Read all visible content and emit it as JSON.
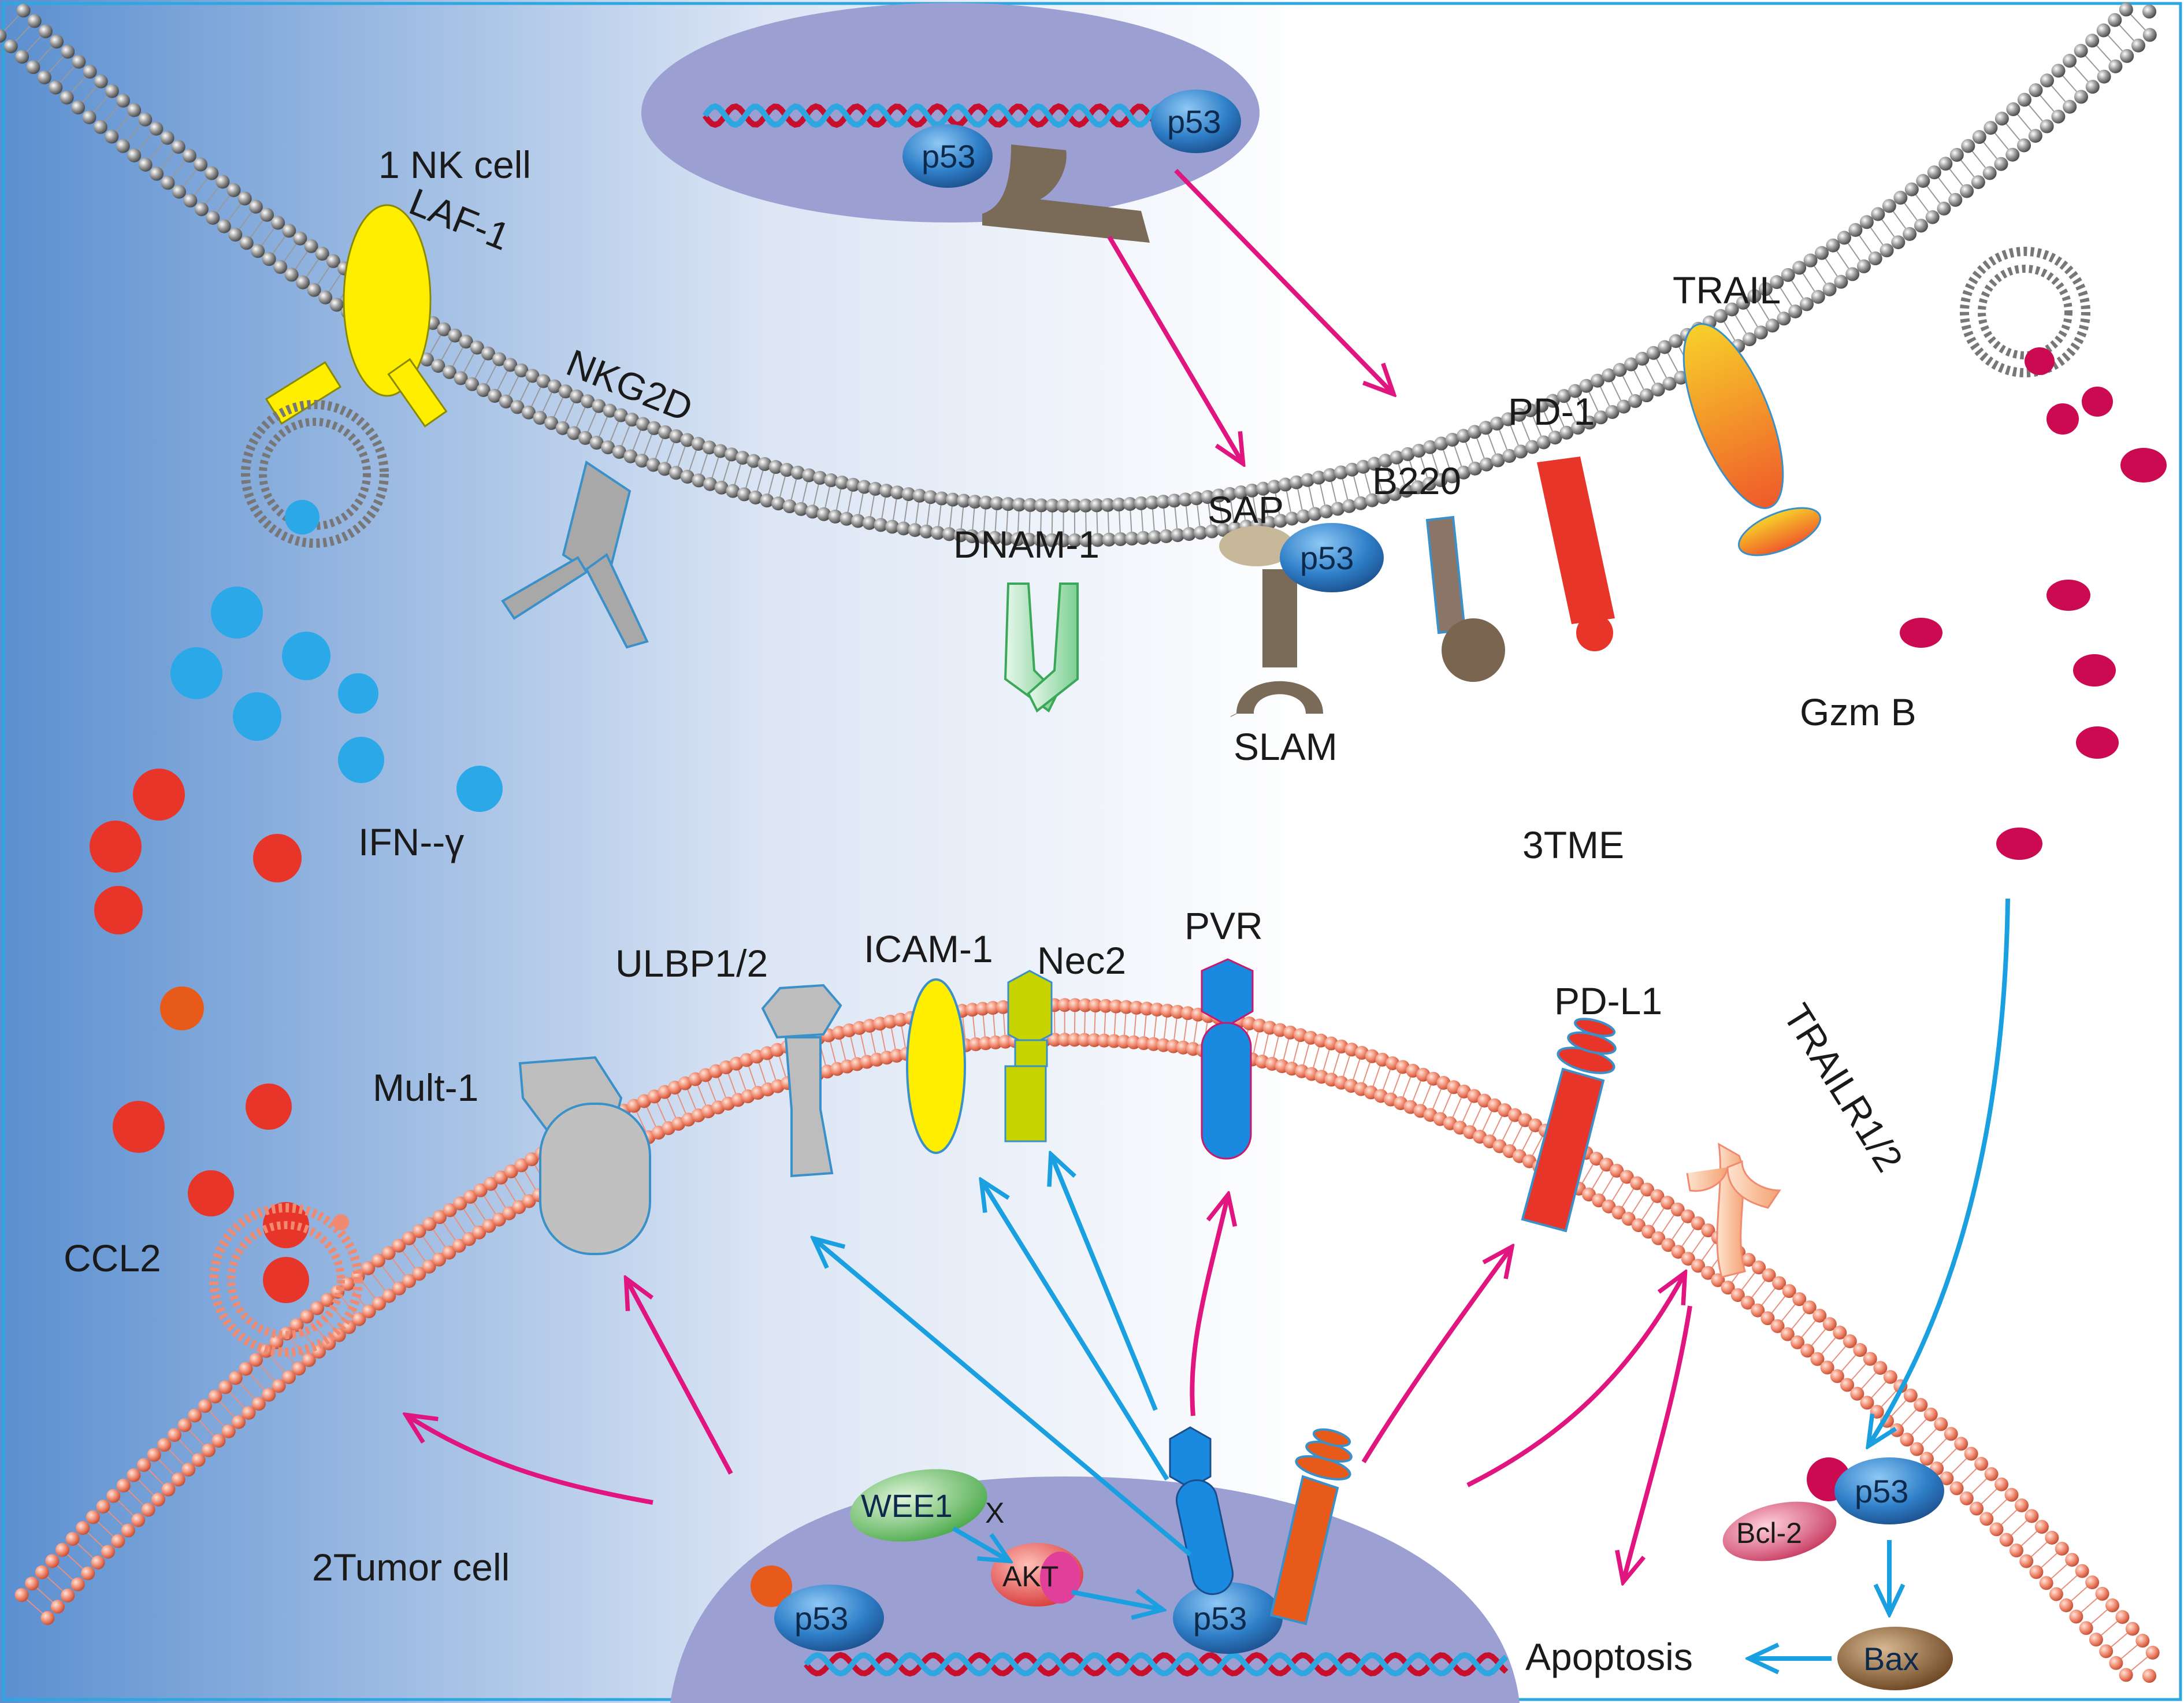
{
  "labels": {
    "nk_cell": "1 NK cell",
    "laf1": "LAF-1",
    "nkg2d": "NKG2D",
    "dnam1": "DNAM-1",
    "sap": "SAP",
    "slam": "SLAM",
    "b220": "B220",
    "pd1": "PD-1",
    "trail": "TRAIL",
    "gzmb": "Gzm B",
    "ifng": "IFN--γ",
    "tme": "3TME",
    "ulbp": "ULBP1/2",
    "icam1": "ICAM-1",
    "nec2": "Nec2",
    "pvr": "PVR",
    "pdl1": "PD-L1",
    "trailr": "TRAILR1/2",
    "mult1": "Mult-1",
    "ccl2": "CCL2",
    "tumor_cell": "2Tumor cell",
    "apoptosis": "Apoptosis",
    "p53": "p53",
    "wee1": "WEE1",
    "akt": "AKT",
    "bcl2": "Bcl-2",
    "bax": "Bax",
    "x_mark": "X"
  },
  "colors": {
    "background_gradient_left": "#5b8fd0",
    "background_gradient_right": "#ffffff",
    "nucleus": "#9b9fd2",
    "nk_membrane_head": "#8a8a8a",
    "tumor_membrane_head": "#f08a70",
    "dna_red": "#c8102e",
    "dna_blue": "#2ea7e0",
    "magenta_arrow": "#e0157f",
    "blue_arrow": "#1aa0e0",
    "p53_protein": "#2f7fc8",
    "laf1": "#ffee00",
    "nkg2d": "#a8a8a8",
    "dnam1": "#a8e0b4",
    "slam": "#7a6a58",
    "sap": "#c8b89a",
    "b220": "#8a7566",
    "pd1": "#e8352a",
    "trail": "#f5a623",
    "gzmb_dots": "#cc0a52",
    "ifng_dots": "#2aa8e8",
    "ccl2_dots": "#e8352a",
    "icam1": "#ffee00",
    "nec2": "#c8d400",
    "pvr": "#1a8ae0",
    "pdl1": "#e8352a",
    "trailr": "#f9c09a",
    "wee1": "#6ac46a",
    "akt": "#e85a5a",
    "bcl2": "#e06080",
    "bax": "#8a5a30"
  }
}
